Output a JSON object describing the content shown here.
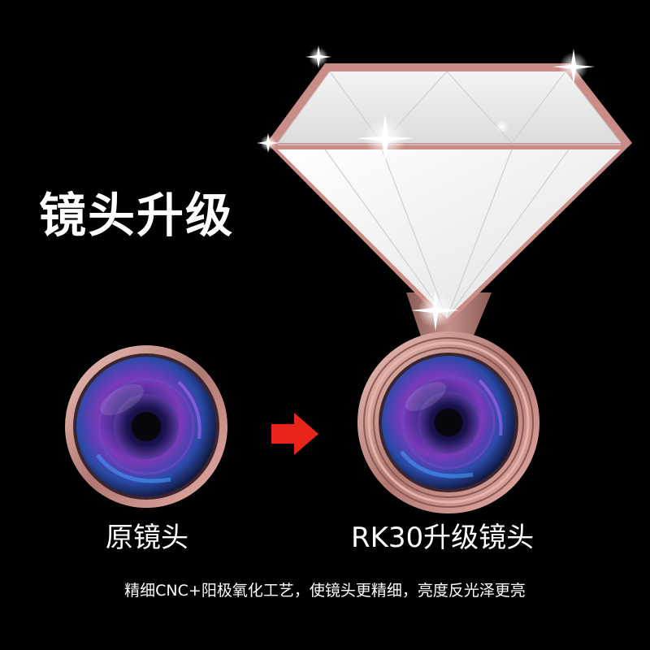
{
  "headline": "镜头升级",
  "label_original": "原镜头",
  "label_upgraded": "RK30升级镜头",
  "caption": "精细CNC+阳极氧化工艺，使镜头更精细，亮度反光泽更亮",
  "colors": {
    "background": "#000000",
    "rose_gold": "#c98c86",
    "arrow": "#e8241b",
    "text": "#ffffff"
  }
}
